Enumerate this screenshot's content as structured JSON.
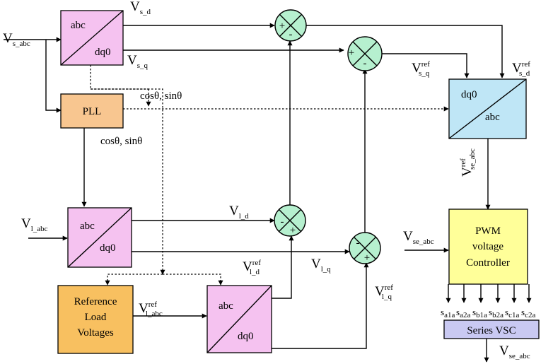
{
  "blocks": {
    "park1": {
      "top": "abc",
      "bottom": "dq0"
    },
    "pll": "PLL",
    "park2": {
      "top": "abc",
      "bottom": "dq0"
    },
    "park3": {
      "top": "abc",
      "bottom": "dq0"
    },
    "inv_park": {
      "top": "dq0",
      "bottom": "abc"
    },
    "ref_load": [
      "Reference",
      "Load",
      "Voltages"
    ],
    "pwm": [
      "PWM",
      "voltage",
      "Controller"
    ],
    "series_vsc": "Series VSC"
  },
  "signals": {
    "vs_abc": {
      "main": "V",
      "sub": "s_abc"
    },
    "vs_d": {
      "main": "V",
      "sub": "s_d"
    },
    "vs_q": {
      "main": "V",
      "sub": "s_q"
    },
    "theta1": "cosθ, sinθ",
    "theta2": "cosθ, sinθ",
    "vl_abc": {
      "main": "V",
      "sub": "l_abc"
    },
    "vl_d": {
      "main": "V",
      "sub": "l_d"
    },
    "vl_q": {
      "main": "V",
      "sub": "l_q"
    },
    "vref_l_abc": {
      "main": "V",
      "sup": "ref",
      "sub": "l_abc"
    },
    "vref_l_d": {
      "main": "V",
      "sup": "ref",
      "sub": "l_d"
    },
    "vref_l_q": {
      "main": "V",
      "sup": "ref",
      "sub": "l_q"
    },
    "vref_s_q": {
      "main": "V",
      "sup": "ref",
      "sub": "s_q"
    },
    "vref_s_d": {
      "main": "V",
      "sup": "ref",
      "sub": "s_d"
    },
    "vref_se_abc": {
      "main": "V",
      "sup": "ref",
      "sub": "se_abc"
    },
    "vse_abc_in": {
      "main": "V",
      "sub": "se_abc"
    },
    "vse_abc_out": {
      "main": "V",
      "sub": "se_abc"
    }
  },
  "switches": [
    {
      "main": "s",
      "sub": "a1a"
    },
    {
      "main": "s",
      "sub": "a2a"
    },
    {
      "main": "s",
      "sub": "b1a"
    },
    {
      "main": "s",
      "sub": "b2a"
    },
    {
      "main": "s",
      "sub": "c1a"
    },
    {
      "main": "s",
      "sub": "c2a"
    }
  ],
  "summing_signs": {
    "sum1": [
      "+",
      "-"
    ],
    "sum2": [
      "+",
      "-"
    ],
    "sum3": [
      "-",
      "+"
    ],
    "sum4": [
      "-",
      "+"
    ]
  },
  "colors": {
    "park": "#f5c2f0",
    "pll": "#f8c690",
    "ref_load": "#f8c060",
    "inv_park": "#bfe6f6",
    "pwm": "#ffff99",
    "series_vsc": "#c9c9f2",
    "summing": "#b6f0cf"
  }
}
